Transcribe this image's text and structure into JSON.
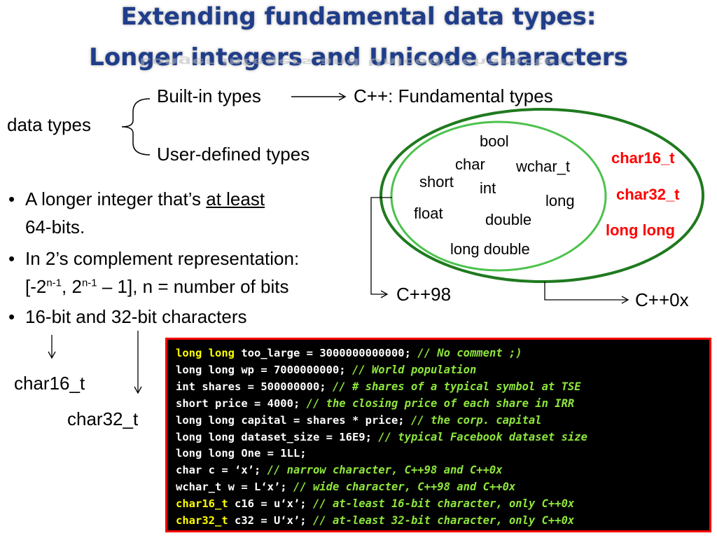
{
  "title": {
    "line1": "Extending fundamental data types:",
    "line2": "Longer integers and Unicode characters",
    "reflection": "Longer integers and Unicode characters"
  },
  "diagram": {
    "data_types": "data types",
    "builtin": "Built-in types",
    "user_defined": "User-defined types",
    "fundamental": "C++: Fundamental types",
    "c98": "C++98",
    "c0x": "C++0x",
    "inner_types": [
      "bool",
      "char",
      "wchar_t",
      "short",
      "int",
      "long",
      "float",
      "double",
      "long double"
    ],
    "new_types": [
      "char16_t",
      "char32_t",
      "long long"
    ]
  },
  "bullets": {
    "b1_pre": "A longer integer that’s ",
    "b1_u": "at least",
    "b1_line2": "64-bits.",
    "b2_line1": "In 2’s complement representation:",
    "b2_a": "[-2",
    "b2_sup1": "n-1",
    "b2_b": ", 2",
    "b2_sup2": "n-1",
    "b2_c": " – 1], n = number of bits",
    "b3": "16-bit and 32-bit characters"
  },
  "char_labels": [
    "char16_t",
    "char32_t"
  ],
  "code": [
    {
      "kw": "long long",
      "rest": " too_large = 3000000000000; ",
      "comment": "// No comment ;)"
    },
    {
      "kw": "",
      "rest": "long long wp = 7000000000; ",
      "comment": "// World population"
    },
    {
      "kw": "",
      "rest": "int shares = 500000000; ",
      "comment": "// # shares of a typical symbol at TSE"
    },
    {
      "kw": "",
      "rest": "short price = 4000; ",
      "comment": "// the closing price of each share in IRR"
    },
    {
      "kw": "",
      "rest": "long long capital = shares * price; ",
      "comment": "// the corp. capital"
    },
    {
      "kw": "",
      "rest": "long long dataset_size = 16E9; ",
      "comment": "// typical Facebook dataset size"
    },
    {
      "kw": "",
      "rest": "long long One = 1LL;",
      "comment": ""
    },
    {
      "kw": "",
      "rest": "char c = ‘x’; ",
      "comment": "// narrow character, C++98 and C++0x"
    },
    {
      "kw": "",
      "rest": "wchar_t w = L‘x’; ",
      "comment": "// wide character, C++98 and C++0x"
    },
    {
      "kw": "char16_t",
      "rest": " c16 = u‘x’; ",
      "comment": "// at-least 16-bit character, only C++0x"
    },
    {
      "kw": "char32_t",
      "rest": " c32 = U‘x’; ",
      "comment": "// at-least 32-bit character, only C++0x"
    }
  ],
  "colors": {
    "title": "#1f3d8a",
    "ellipse_outer": "#1f7a1f",
    "ellipse_inner": "#4cc24c",
    "new_type": "#ff0000",
    "code_bg": "#000000",
    "code_keyword": "#ffff00",
    "code_comment": "#8ee63c"
  }
}
